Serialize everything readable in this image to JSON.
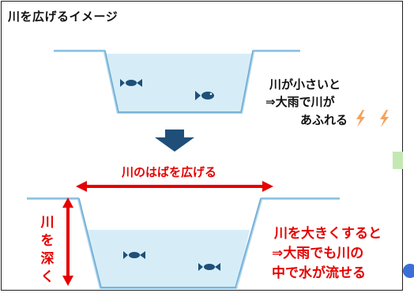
{
  "title": "川を広げるイメージ",
  "top_note": {
    "line1": "川が小さいと",
    "line2": "⇒大雨で川が",
    "line3": "あふれる"
  },
  "widen_label": "川のはばを広げる",
  "deepen_label": [
    "川",
    "を",
    "深",
    "く"
  ],
  "bottom_note": {
    "line1": "川を大きくすると",
    "line2": "⇒大雨でも川の",
    "line3": "中で水が流せる"
  },
  "colors": {
    "water": "#d6edf8",
    "riverbank": "#a7d3ec",
    "arrow_red": "#e60000",
    "down_arrow": "#1f4e79",
    "fish": "#1e4f78",
    "lightning": "#f6a25b",
    "drop": "#3a6fd8"
  },
  "icons": [
    "fish-icon",
    "lightning-icon",
    "water-drop-icon",
    "down-arrow-icon"
  ]
}
